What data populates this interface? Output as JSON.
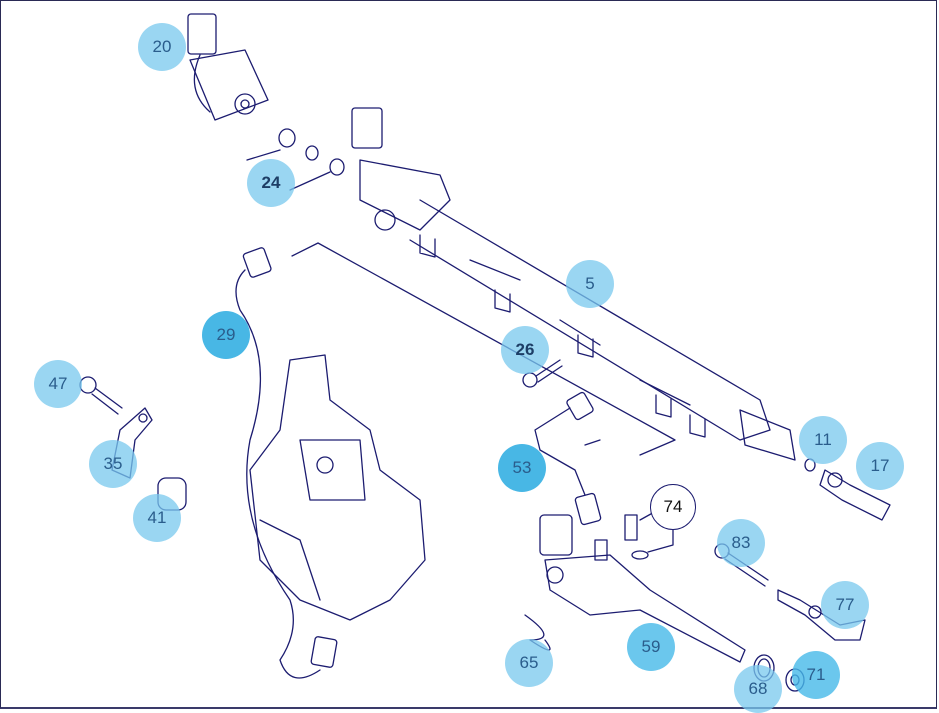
{
  "diagram": {
    "callouts": [
      {
        "label": "20",
        "style": "light"
      },
      {
        "label": "24",
        "style": "light"
      },
      {
        "label": "29",
        "style": "dark"
      },
      {
        "label": "5",
        "style": "light"
      },
      {
        "label": "26",
        "style": "light"
      },
      {
        "label": "47",
        "style": "light"
      },
      {
        "label": "35",
        "style": "light"
      },
      {
        "label": "41",
        "style": "light"
      },
      {
        "label": "53",
        "style": "dark"
      },
      {
        "label": "11",
        "style": "light"
      },
      {
        "label": "17",
        "style": "light"
      },
      {
        "label": "74",
        "style": "outline"
      },
      {
        "label": "83",
        "style": "light"
      },
      {
        "label": "77",
        "style": "light"
      },
      {
        "label": "59",
        "style": "mid"
      },
      {
        "label": "65",
        "style": "light"
      },
      {
        "label": "68",
        "style": "light"
      },
      {
        "label": "71",
        "style": "mid"
      }
    ],
    "colors": {
      "line": "#1c1c70",
      "callout_light": "#78c8ee",
      "callout_dark": "#28aae1"
    }
  }
}
